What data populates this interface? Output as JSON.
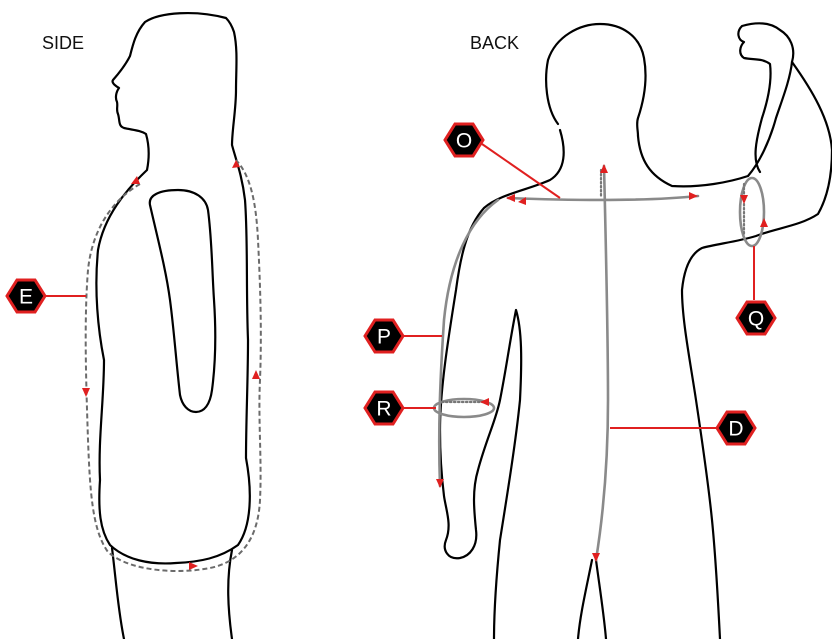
{
  "views": {
    "side_label": "SIDE",
    "back_label": "BACK"
  },
  "badges": {
    "E": "E",
    "O": "O",
    "P": "P",
    "Q": "Q",
    "R": "R",
    "D": "D"
  },
  "colors": {
    "badge_fill": "#000000",
    "badge_border": "#e02020",
    "leader_line": "#e02020",
    "arrowhead": "#e02020",
    "measuring_tape": "#8a8a8a",
    "body_outline": "#000000"
  }
}
